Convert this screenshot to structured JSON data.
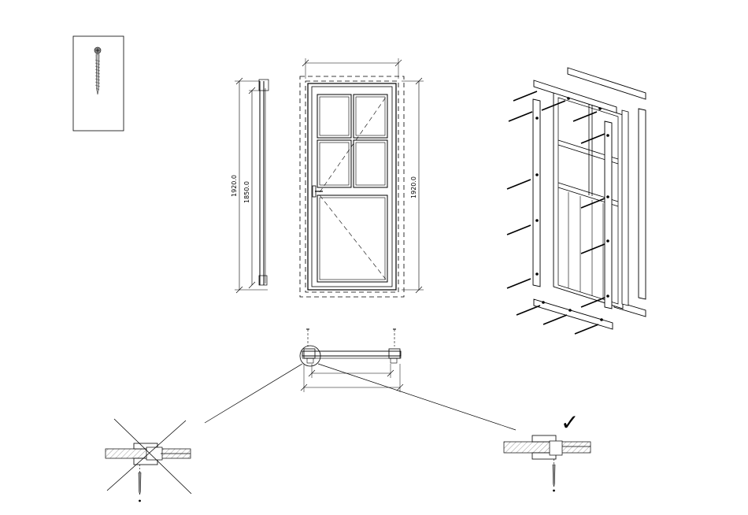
{
  "dimensions": {
    "height_frame": "1920.0",
    "height_door": "1850.0",
    "height_front": "1920.0"
  },
  "mark": {
    "ok": "✓"
  },
  "icons": [
    "screw-icon",
    "checkmark-icon",
    "cross-out-icon"
  ]
}
